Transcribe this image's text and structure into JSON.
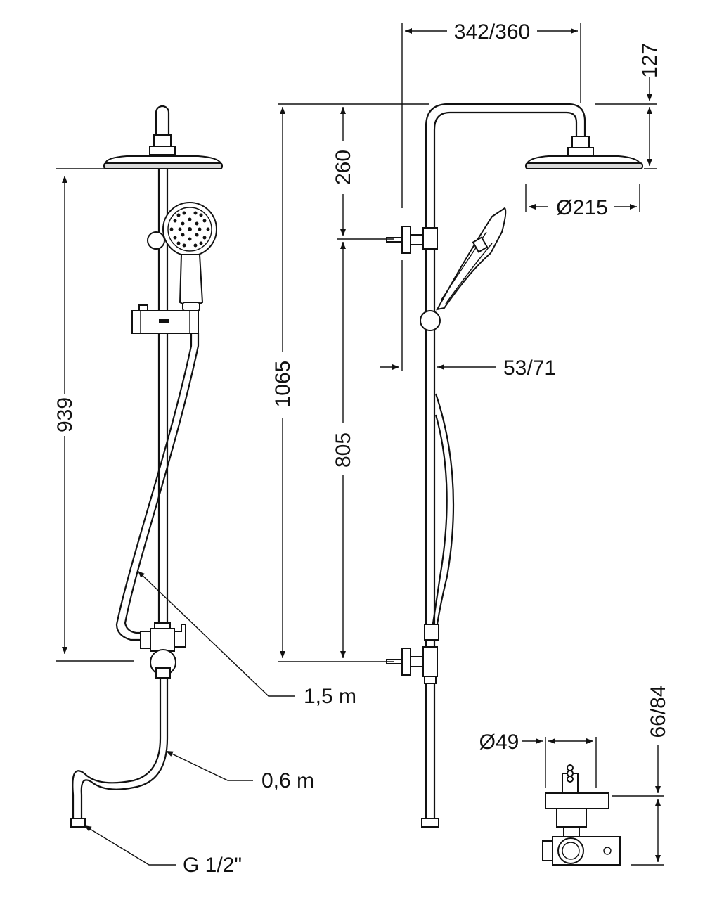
{
  "labels": {
    "front_height": "939",
    "hose_long": "1,5 m",
    "hose_short": "0,6 m",
    "thread": "G 1/2\"",
    "total_height": "1065",
    "upper_gap": "260",
    "lower_gap": "805",
    "arm_reach": "342/360",
    "head_drop": "127",
    "head_diameter": "Ø215",
    "wall_offset": "53/71",
    "mixer_diameter": "Ø49",
    "mixer_depth": "66/84"
  }
}
